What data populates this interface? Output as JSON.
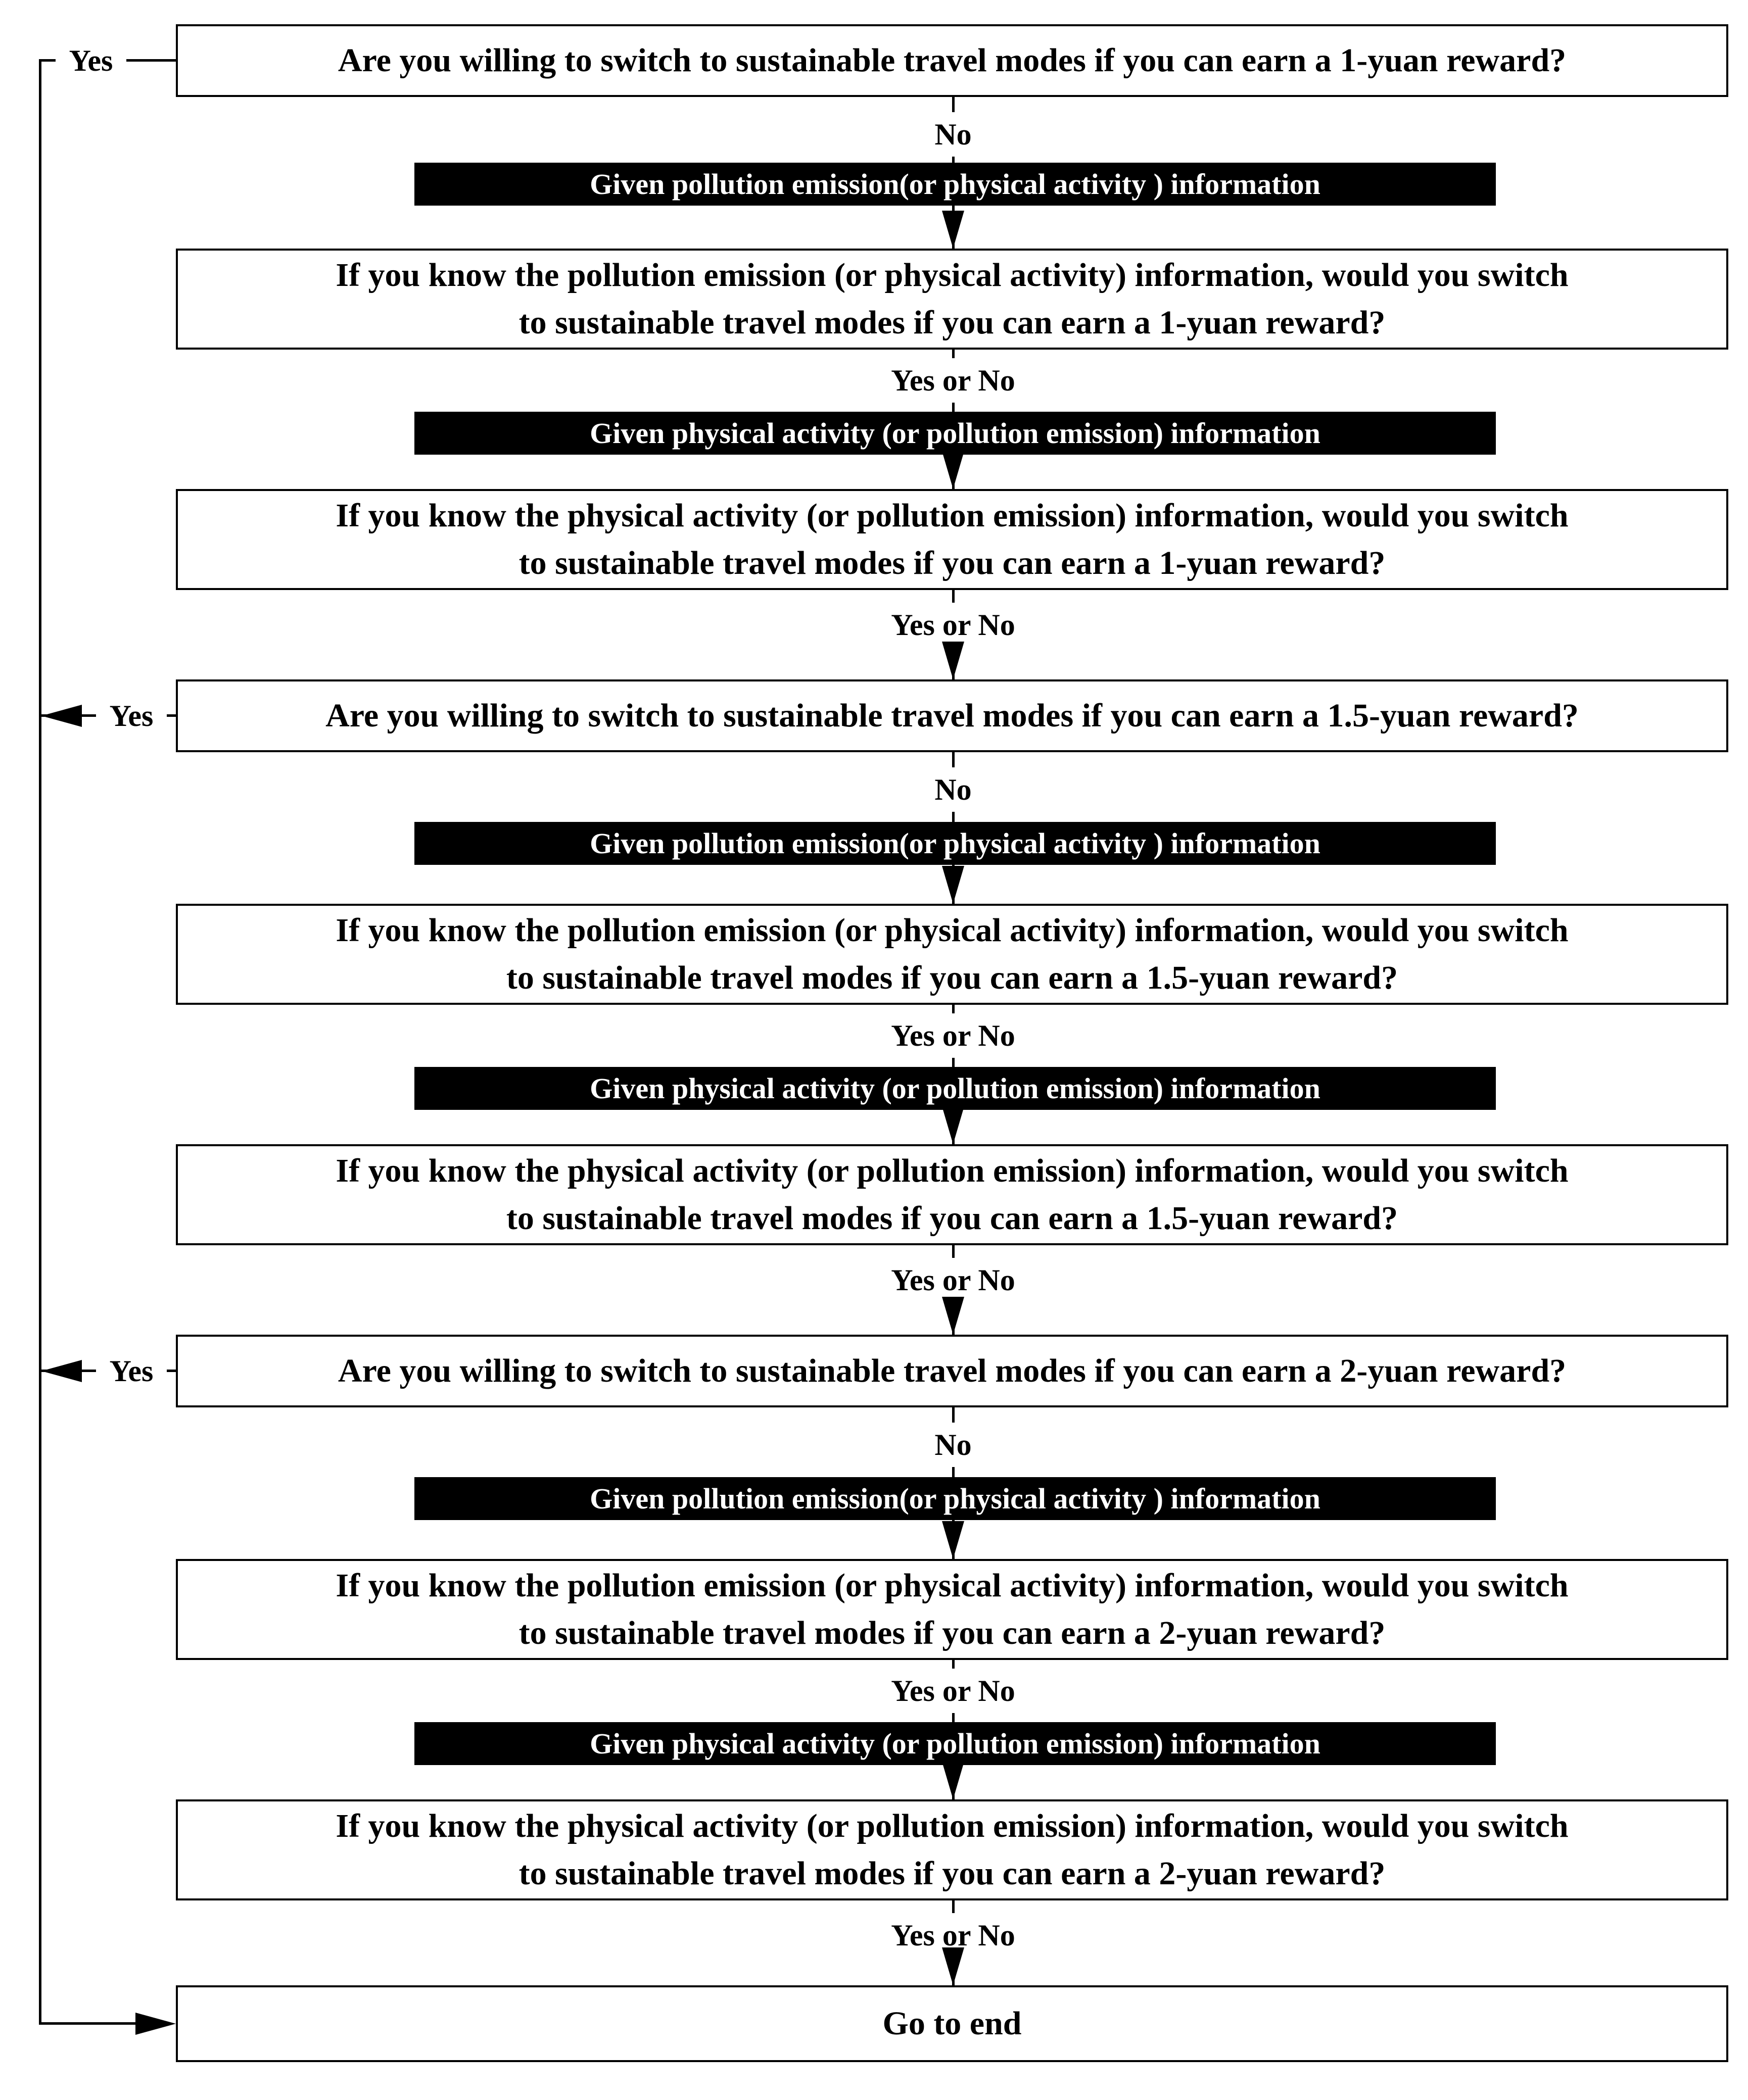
{
  "labels": {
    "yes": "Yes",
    "no": "No",
    "yes_or_no": "Yes or No"
  },
  "info_bars": {
    "pollution": "Given pollution emission(or physical activity ) information",
    "physical": "Given physical activity (or pollution emission) information"
  },
  "questions": {
    "willing_1_yuan": "Are you willing to switch to sustainable travel modes if you can earn a 1-yuan reward?",
    "info_pollution_1_yuan": "If you know the pollution emission (or physical activity) information, would you switch\nto sustainable travel modes if you can earn a 1-yuan reward?",
    "info_physical_1_yuan": "If you know the physical activity (or pollution emission) information, would you switch\nto sustainable travel modes if you can earn a 1-yuan reward?",
    "willing_1_5_yuan": "Are you willing to switch to sustainable travel modes if you can earn a 1.5-yuan reward?",
    "info_pollution_1_5_yuan": "If you know the pollution emission (or physical activity) information, would you switch\nto sustainable travel modes if you can earn a 1.5-yuan reward?",
    "info_physical_1_5_yuan": "If you know the physical activity (or pollution emission) information, would you switch\nto sustainable travel modes if you can earn a 1.5-yuan reward?",
    "willing_2_yuan": "Are you willing to switch to sustainable travel modes if you can earn a 2-yuan reward?",
    "info_pollution_2_yuan": "If you know the pollution emission (or physical activity) information, would you switch\nto sustainable travel modes if you can earn a 2-yuan reward?",
    "info_physical_2_yuan": "If you know the physical activity (or pollution emission) information, would you switch\nto sustainable travel modes if you can earn a 2-yuan reward?"
  },
  "end_node": {
    "label": "Go to end"
  },
  "colors": {
    "background": "#ffffff",
    "box_background": "#ffffff",
    "box_border": "#000000",
    "bar_background": "#000000",
    "bar_text": "#ffffff",
    "text": "#000000"
  }
}
